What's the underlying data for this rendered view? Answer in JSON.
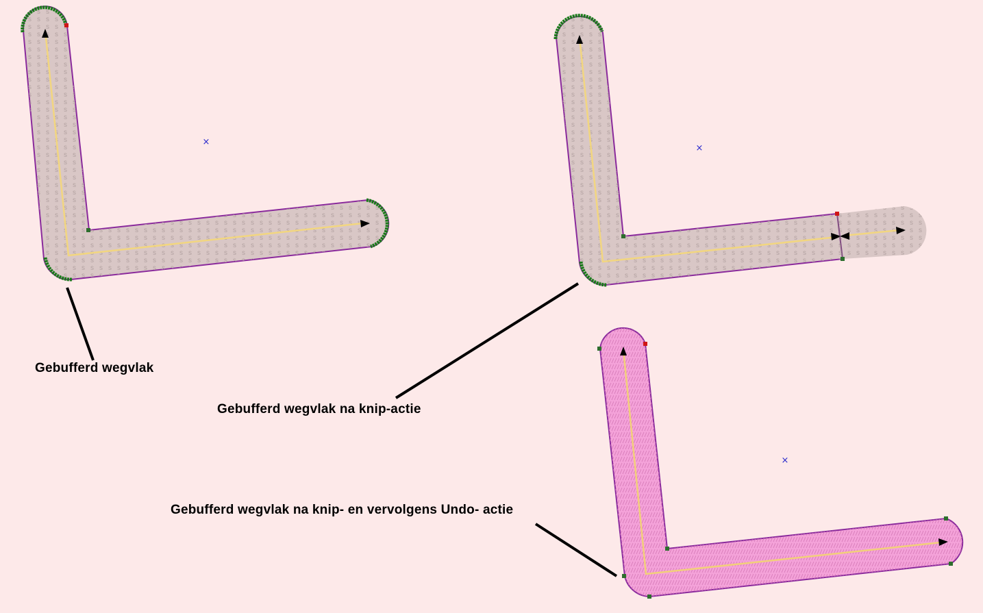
{
  "labels": {
    "buffered": "Gebufferd wegvlak",
    "after_cut": "Gebufferd wegvlak na knip-actie",
    "after_undo": "Gebufferd wegvlak na knip- en vervolgens Undo- actie"
  },
  "glyphs": {
    "hatch": "s",
    "centroid": "×"
  },
  "colors": {
    "background": "#fde9e9",
    "buffer_fill": "#d9c7c6",
    "buffer_fill_undo": "#f4a2d9",
    "outline": "#8a2a9c",
    "centerline": "#f2d680",
    "selected_arc": "#1a7a1a",
    "vertex": "#2d6e2d",
    "vertex_selected": "#d01616",
    "centroid": "#2a2acc",
    "leader": "#000000"
  }
}
